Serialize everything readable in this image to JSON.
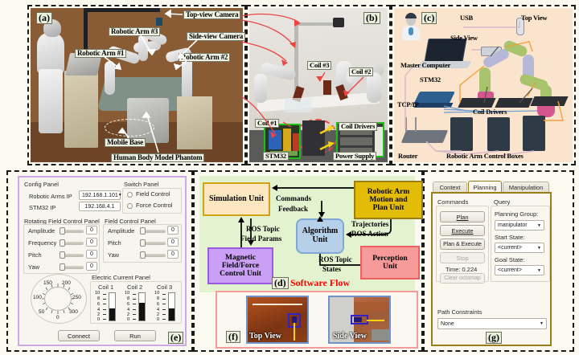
{
  "panels": {
    "a": {
      "id": "(a)",
      "labels": [
        {
          "text": "Top-view Camera"
        },
        {
          "text": "Robotic Arm #3"
        },
        {
          "text": "Side-view Camera"
        },
        {
          "text": "Robotic Arm #1"
        },
        {
          "text": "Robotic Arm #2"
        },
        {
          "text": "Mobile Base"
        },
        {
          "text": "Human Body Model Phantom"
        }
      ]
    },
    "b": {
      "id": "(b)",
      "labels": [
        {
          "text": "Coil #3"
        },
        {
          "text": "Coil #2"
        },
        {
          "text": "Coil #1"
        },
        {
          "text": "Coil Drivers"
        },
        {
          "text": "STM32"
        },
        {
          "text": "Power Supply"
        }
      ]
    },
    "c": {
      "id": "(c)",
      "labels": [
        {
          "text": "USB"
        },
        {
          "text": "Top View"
        },
        {
          "text": "Side View"
        },
        {
          "text": "Master Computer"
        },
        {
          "text": "STM32"
        },
        {
          "text": "TCP/IP"
        },
        {
          "text": "Coil Drivers"
        },
        {
          "text": "Router"
        },
        {
          "text": "Robotic Arm Control Boxes"
        }
      ]
    },
    "d": {
      "id": "(d)",
      "title": "Software Flow",
      "title_color": "#ff0000",
      "boxes": [
        {
          "name": "simulation",
          "text": "Simulation Unit",
          "fill": "#fce7c0",
          "border": "#d4a017"
        },
        {
          "name": "robotic-arm-motion-plan",
          "text": "Robotic Arm\nMotion and\nPlan Unit",
          "fill": "#e3bc08",
          "border": "#9a7d16"
        },
        {
          "name": "algorithm",
          "text": "Algorithm\nUnit",
          "fill": "#b7d0ea",
          "border": "#7fa8d4"
        },
        {
          "name": "magnetic-field-force-control",
          "text": "Magnetic\nField/Force\nControl Unit",
          "fill": "#c9a0f5",
          "border": "#9a5ae0"
        },
        {
          "name": "perception",
          "text": "Perception\nUnit",
          "fill": "#f79a9a",
          "border": "#ef5f5f"
        }
      ],
      "edges": [
        {
          "text": "Commands"
        },
        {
          "text": "Feedback"
        },
        {
          "text": "ROS Topic"
        },
        {
          "text": "Field Params"
        },
        {
          "text": "Trajectories"
        },
        {
          "text": "ROS Action"
        },
        {
          "text": "ROS Topic"
        },
        {
          "text": "States"
        }
      ]
    },
    "e": {
      "id": "(e)",
      "config_panel": {
        "title": "Config Panel",
        "robotic_arms_ip_label": "Robotic Arms IP",
        "robotic_arms_ip_value": "192.168.1.101",
        "stm32_ip_label": "STM32 IP",
        "stm32_ip_value": "192.168.4.1"
      },
      "switch_panel": {
        "title": "Switch Panel",
        "options": [
          {
            "label": "Field Control",
            "selected": false
          },
          {
            "label": "Force Control",
            "selected": false
          }
        ]
      },
      "rotating_field_panel": {
        "title": "Rotating Field Control Panel",
        "rows": [
          {
            "label": "Amplitude",
            "value": "0"
          },
          {
            "label": "Frequency",
            "value": "0"
          },
          {
            "label": "Pitch",
            "value": "0"
          },
          {
            "label": "Yaw",
            "value": "0"
          }
        ]
      },
      "field_control_panel": {
        "title": "Field Control Panel",
        "rows": [
          {
            "label": "Amplitude",
            "value": "0"
          },
          {
            "label": "Pitch",
            "value": "0"
          },
          {
            "label": "Yaw",
            "value": "0"
          }
        ]
      },
      "dial": {
        "ticks": [
          "0",
          "50",
          "100",
          "150",
          "200",
          "250",
          "300"
        ]
      },
      "current_panel": {
        "title": "Electric Current Panel",
        "scale": [
          "10",
          "8",
          "6",
          "4",
          "2",
          "0"
        ],
        "coils": [
          {
            "label": "Coil 1",
            "value": 4.5,
            "max": 10
          },
          {
            "label": "Coil 2",
            "value": 6.5,
            "max": 10
          },
          {
            "label": "Coil 3",
            "value": 4.5,
            "max": 10
          }
        ]
      },
      "buttons": [
        {
          "label": "Connect"
        },
        {
          "label": "Run"
        }
      ]
    },
    "f": {
      "id": "(f)",
      "views": [
        {
          "caption": "Top View"
        },
        {
          "caption": "Side View"
        }
      ]
    },
    "g": {
      "id": "(g)",
      "tabs": [
        {
          "label": "Context",
          "active": false
        },
        {
          "label": "Planning",
          "active": true
        },
        {
          "label": "Manipulation",
          "active": false
        }
      ],
      "commands": {
        "title": "Commands",
        "buttons": [
          {
            "label": "Plan",
            "disabled": false
          },
          {
            "label": "Execute",
            "disabled": false
          },
          {
            "label": "Plan & Execute",
            "disabled": false
          },
          {
            "label": "Stop",
            "disabled": true
          }
        ],
        "time_text": "Time: 0.224",
        "clear_octomap": {
          "label": "Clear octomap",
          "disabled": true
        }
      },
      "query": {
        "title": "Query",
        "planning_group_label": "Planning Group:",
        "planning_group_value": "manipulator",
        "start_state_label": "Start State:",
        "start_state_value": "<current>",
        "goal_state_label": "Goal State:",
        "goal_state_value": "<current>"
      },
      "path_constraints": {
        "label": "Path Constraints",
        "value": "None"
      }
    }
  }
}
